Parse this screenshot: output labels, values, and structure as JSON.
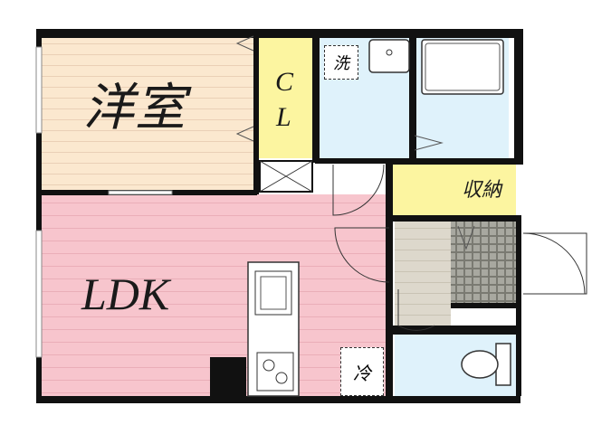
{
  "rooms": {
    "western_room": "洋室",
    "ldk": "LDK",
    "closet_c": "C",
    "closet_l": "L",
    "storage": "収納"
  },
  "fixtures": {
    "washer": "洗",
    "fridge": "冷"
  },
  "colors": {
    "western_room_floor": "#fbe8cf",
    "ldk_floor": "#f7c5cd",
    "closet": "#fcf5a0",
    "water_area": "#dff2fb",
    "entrance_floor": "#ddd8cc",
    "wall": "#111111"
  }
}
